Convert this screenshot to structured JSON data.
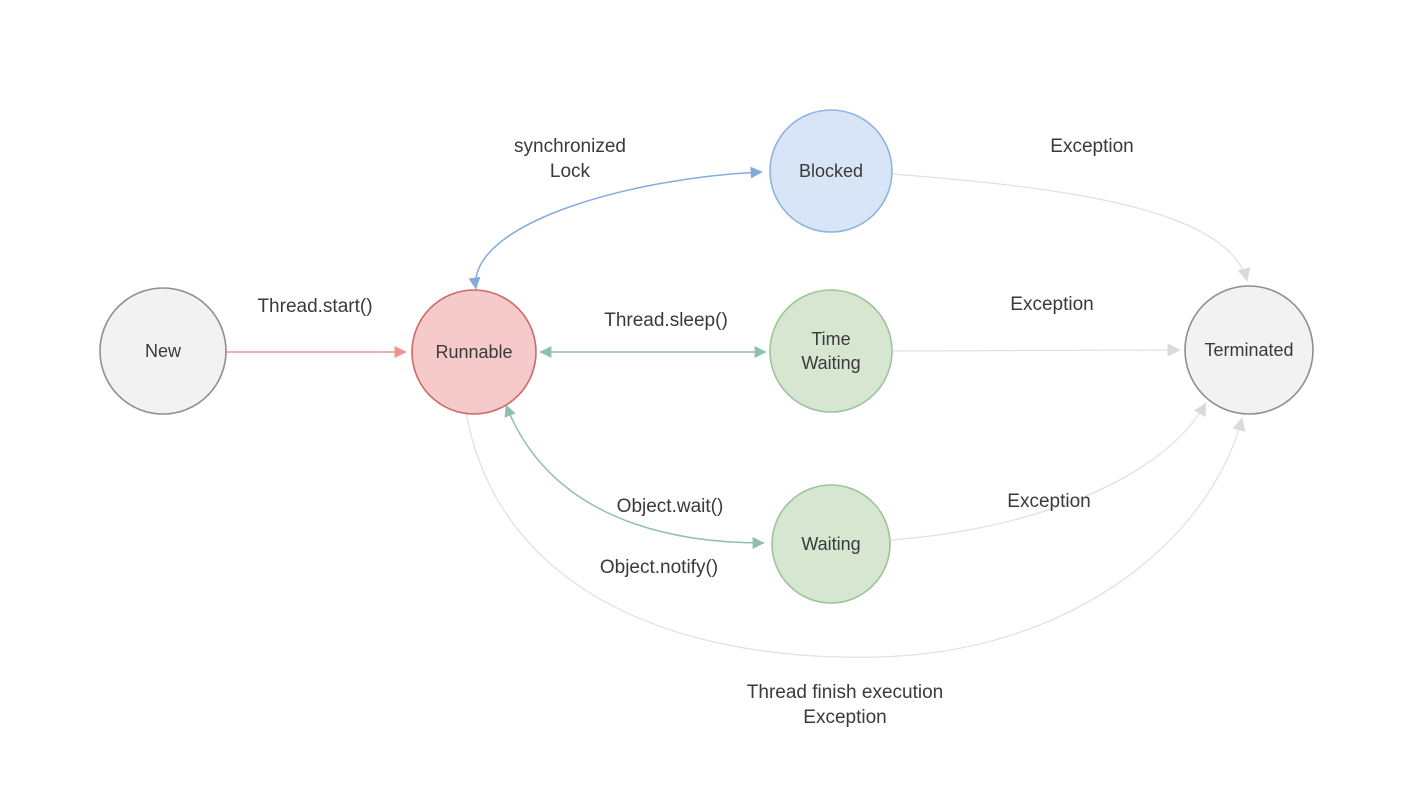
{
  "diagram": {
    "nodes": {
      "new": {
        "label": "New"
      },
      "runnable": {
        "label": "Runnable"
      },
      "blocked": {
        "label": "Blocked"
      },
      "time_waiting": {
        "line1": "Time",
        "line2": "Waiting"
      },
      "waiting": {
        "label": "Waiting"
      },
      "terminated": {
        "label": "Terminated"
      }
    },
    "edge_labels": {
      "thread_start": "Thread.start()",
      "synchronized_lock_line1": "synchronized",
      "synchronized_lock_line2": "Lock",
      "thread_sleep": "Thread.sleep()",
      "object_wait": "Object.wait()",
      "object_notify": "Object.notify()",
      "exception_blocked": "Exception",
      "exception_time_waiting": "Exception",
      "exception_waiting": "Exception",
      "finish_line1": "Thread finish execution",
      "finish_line2": "Exception"
    },
    "colors": {
      "background": "#ffffff",
      "gray_node_fill": "#f2f2f2",
      "gray_node_stroke": "#8f8f8f",
      "red_node_fill": "#f6caca",
      "red_node_stroke": "#ce6a66",
      "blue_node_fill": "#d7e5f6",
      "blue_node_stroke": "#8fb3e2",
      "green_node_fill": "#d6e6d1",
      "green_node_stroke": "#9dc49b",
      "red_edge": "#e89593",
      "blue_edge": "#85abdb",
      "green_edge": "#8fbfae",
      "gray_edge": "#e0e0e0",
      "label_text": "#3a3a3a"
    }
  }
}
